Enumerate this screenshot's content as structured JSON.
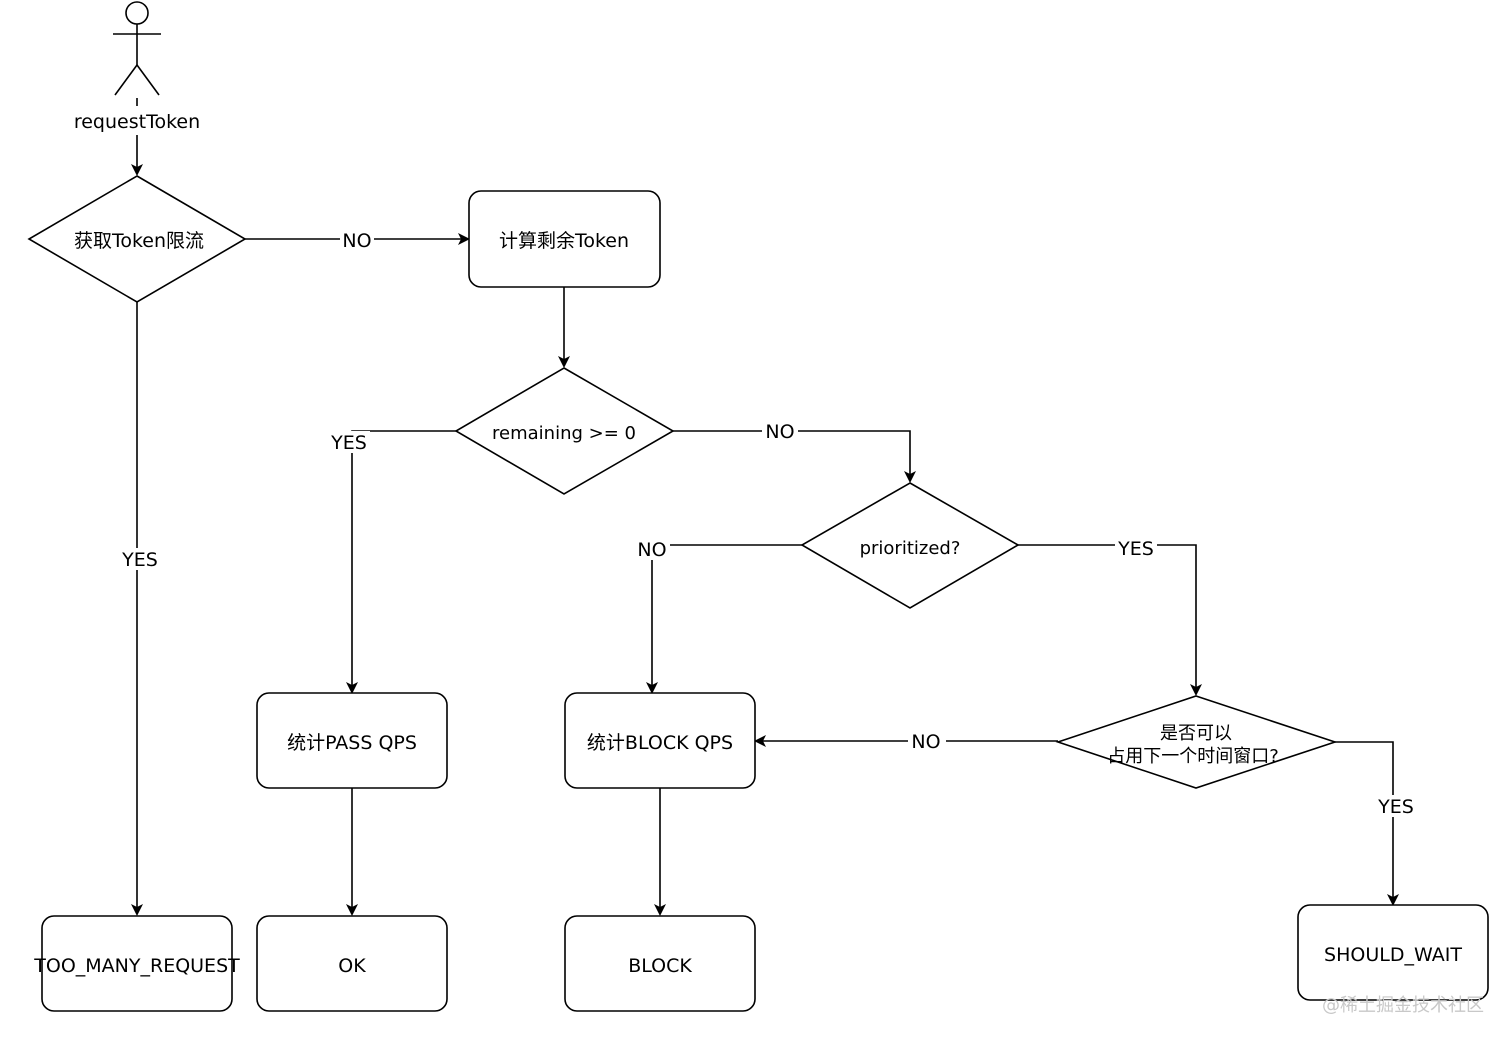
{
  "actor": {
    "label": "requestToken"
  },
  "nodes": {
    "acquire": "获取Token限流",
    "compute": "计算剩余Token",
    "remaining": "remaining >= 0",
    "prioritized": "prioritized?",
    "next_window_line1": "是否可以",
    "next_window_line2": "占用下一个时间窗口?",
    "pass_qps": "统计PASS QPS",
    "block_qps": "统计BLOCK QPS",
    "too_many": "TOO_MANY_REQUEST",
    "ok": "OK",
    "block": "BLOCK",
    "should_wait": "SHOULD_WAIT"
  },
  "edge_labels": {
    "acquire_no": "NO",
    "acquire_yes": "YES",
    "remaining_yes": "YES",
    "remaining_no": "NO",
    "prioritized_no": "NO",
    "prioritized_yes": "YES",
    "window_no": "NO",
    "window_yes": "YES"
  },
  "watermark": "@稀土掘金技术社区"
}
